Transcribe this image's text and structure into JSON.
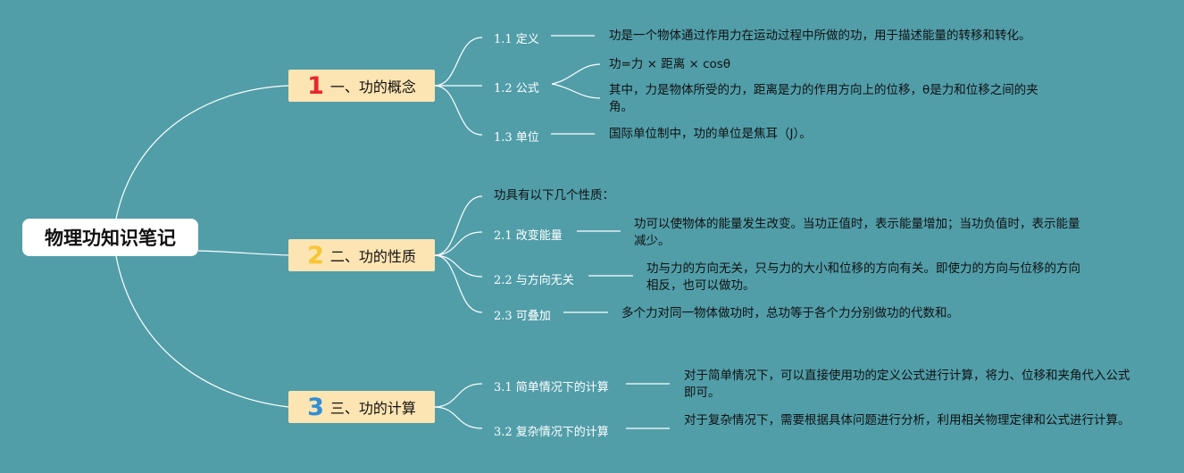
{
  "root": {
    "title": "物理功知识笔记"
  },
  "branches": [
    {
      "number": "1",
      "number_color": "#e8262e",
      "label": "一、功的概念",
      "children": [
        {
          "label": "1.1 定义",
          "details": [
            "功是一个物体通过作用力在运动过程中所做的功，用于描述能量的转移和转化。"
          ]
        },
        {
          "label": "1.2 公式",
          "details": [
            "功=力 × 距离 × cosθ",
            "其中，力是物体所受的力，距离是力的作用方向上的位移，θ是力和位移之间的夹角。"
          ]
        },
        {
          "label": "1.3 单位",
          "details": [
            "国际单位制中，功的单位是焦耳（J）。"
          ]
        }
      ]
    },
    {
      "number": "2",
      "number_color": "#f7c531",
      "label": "二、功的性质",
      "intro": "功具有以下几个性质：",
      "children": [
        {
          "label": "2.1 改变能量",
          "details": [
            "功可以使物体的能量发生改变。当功正值时，表示能量增加；当功负值时，表示能量减少。"
          ]
        },
        {
          "label": "2.2 与方向无关",
          "details": [
            "功与力的方向无关，只与力的大小和位移的方向有关。即使力的方向与位移的方向相反，也可以做功。"
          ]
        },
        {
          "label": "2.3 可叠加",
          "details": [
            "多个力对同一物体做功时，总功等于各个力分别做功的代数和。"
          ]
        }
      ]
    },
    {
      "number": "3",
      "number_color": "#2e8fd6",
      "label": "三、功的计算",
      "children": [
        {
          "label": "3.1 简单情况下的计算",
          "details": [
            "对于简单情况下，可以直接使用功的定义公式进行计算，将力、位移和夹角代入公式即可。"
          ]
        },
        {
          "label": "3.2 复杂情况下的计算",
          "details": [
            "对于复杂情况下，需要根据具体问题进行分析，利用相关物理定律和公式进行计算。"
          ]
        }
      ]
    }
  ]
}
